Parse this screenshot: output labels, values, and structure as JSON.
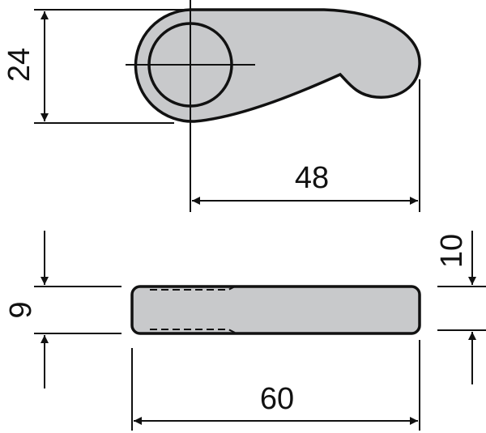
{
  "drawing": {
    "fill_color": "#c8c9cb",
    "dimensions": {
      "height_top": "24",
      "length_top": "48",
      "thickness": "9",
      "offset": "10",
      "total_length": "60"
    }
  }
}
